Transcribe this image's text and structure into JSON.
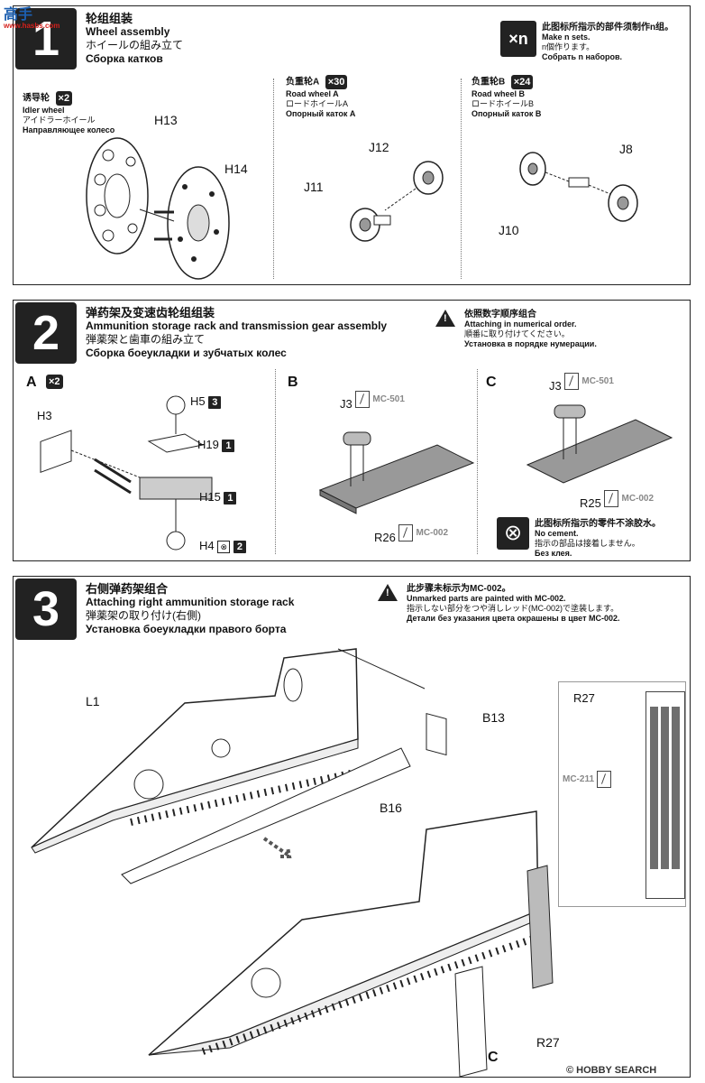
{
  "watermark": {
    "site_cn": "高手",
    "site_url": "www.hasbs.com"
  },
  "step1": {
    "number": "1",
    "title_zh": "轮组组装",
    "title_en": "Wheel assembly",
    "title_ja": "ホイールの組み立て",
    "title_ru": "Сборка катков",
    "make_n": {
      "badge": "×n",
      "zh": "此图标所指示的部件须制作n组。",
      "en": "Make n sets.",
      "ja": "n個作ります。",
      "ru": "Собрать n наборов."
    },
    "idler": {
      "zh": "诱导轮",
      "badge": "×2",
      "en": "Idler wheel",
      "ja": "アイドラーホイール",
      "ru": "Направляющее колесо"
    },
    "road_a": {
      "zh": "负重轮A",
      "badge": "×30",
      "en": "Road wheel A",
      "ja": "ロードホイールA",
      "ru": "Опорный каток A"
    },
    "road_b": {
      "zh": "负重轮B",
      "badge": "×24",
      "en": "Road wheel B",
      "ja": "ロードホイールB",
      "ru": "Опорный каток B"
    },
    "parts": {
      "h13": "H13",
      "h14": "H14",
      "j12": "J12",
      "j11": "J11",
      "j8": "J8",
      "j10": "J10"
    }
  },
  "step2": {
    "number": "2",
    "title_zh": "弹药架及变速齿轮组组装",
    "title_en": "Ammunition storage rack and transmission gear assembly",
    "title_ja": "弾薬架と歯車の組み立て",
    "title_ru": "Сборка боеукладки и зубчатых колес",
    "order_note": {
      "zh": "依照数字顺序组合",
      "en": "Attaching in numerical order.",
      "ja": "順番に取り付けてください。",
      "ru": "Установка в порядке нумерации."
    },
    "no_cement": {
      "zh": "此图标所指示的零件不涂胶水。",
      "en": "No cement.",
      "ja": "指示の部品は接着しません。",
      "ru": "Без клея."
    },
    "section_a": "A",
    "section_a_badge": "×2",
    "section_b": "B",
    "section_c": "C",
    "parts": {
      "h3": "H3",
      "h5": "H5",
      "h5n": "3",
      "h19": "H19",
      "h19n": "1",
      "h15": "H15",
      "h15n": "1",
      "h4": "H4",
      "h4n": "2",
      "j3b": "J3",
      "j3c": "J3",
      "r26": "R26",
      "r25": "R25"
    },
    "paints": {
      "mc501": "MC-501",
      "mc002": "MC-002"
    }
  },
  "step3": {
    "number": "3",
    "title_zh": "右侧弹药架组合",
    "title_en": "Attaching right ammunition storage rack",
    "title_ja": "弾薬架の取り付け(右側)",
    "title_ru": "Установка боеукладки правого борта",
    "note": {
      "zh": "此步骤未标示为MC-002。",
      "en": "Unmarked parts are painted with MC-002.",
      "ja": "指示しない部分をつや消しレッド(MC-002)で塗装します。",
      "ru": "Детали без указания цвета окрашены в цвет MC-002."
    },
    "parts": {
      "l1": "L1",
      "b13": "B13",
      "b16": "B16",
      "r27a": "R27",
      "r27b": "R27",
      "c": "C"
    },
    "paint": "MC-211"
  },
  "footer": {
    "copyright": "©",
    "brand": "HOBBY SEARCH"
  }
}
